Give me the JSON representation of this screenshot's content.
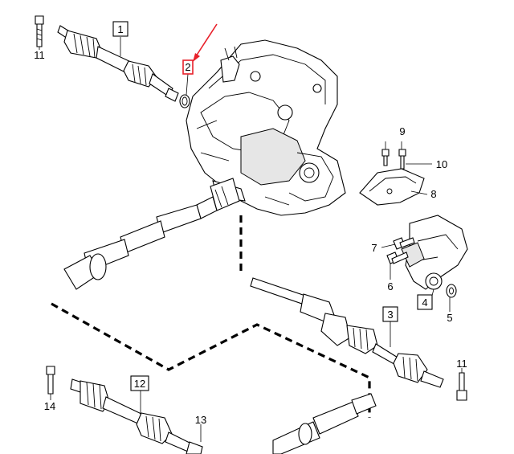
{
  "diagram": {
    "callouts": [
      {
        "id": "c1",
        "label": "1",
        "boxed": true
      },
      {
        "id": "c2",
        "label": "2",
        "boxed": true,
        "highlight": "#e8202a"
      },
      {
        "id": "c3",
        "label": "3",
        "boxed": true
      },
      {
        "id": "c4",
        "label": "4",
        "boxed": true
      },
      {
        "id": "c5",
        "label": "5",
        "boxed": false
      },
      {
        "id": "c6",
        "label": "6",
        "boxed": false
      },
      {
        "id": "c7",
        "label": "7",
        "boxed": false
      },
      {
        "id": "c8",
        "label": "8",
        "boxed": false
      },
      {
        "id": "c9",
        "label": "9",
        "boxed": false
      },
      {
        "id": "c10",
        "label": "10",
        "boxed": false
      },
      {
        "id": "c11a",
        "label": "11",
        "boxed": false
      },
      {
        "id": "c11b",
        "label": "11",
        "boxed": false
      },
      {
        "id": "c12",
        "label": "12",
        "boxed": true
      },
      {
        "id": "c13",
        "label": "13",
        "boxed": false
      },
      {
        "id": "c14",
        "label": "14",
        "boxed": false
      }
    ],
    "colors": {
      "line": "#000000",
      "highlight": "#e8202a",
      "background": "#ffffff"
    }
  }
}
